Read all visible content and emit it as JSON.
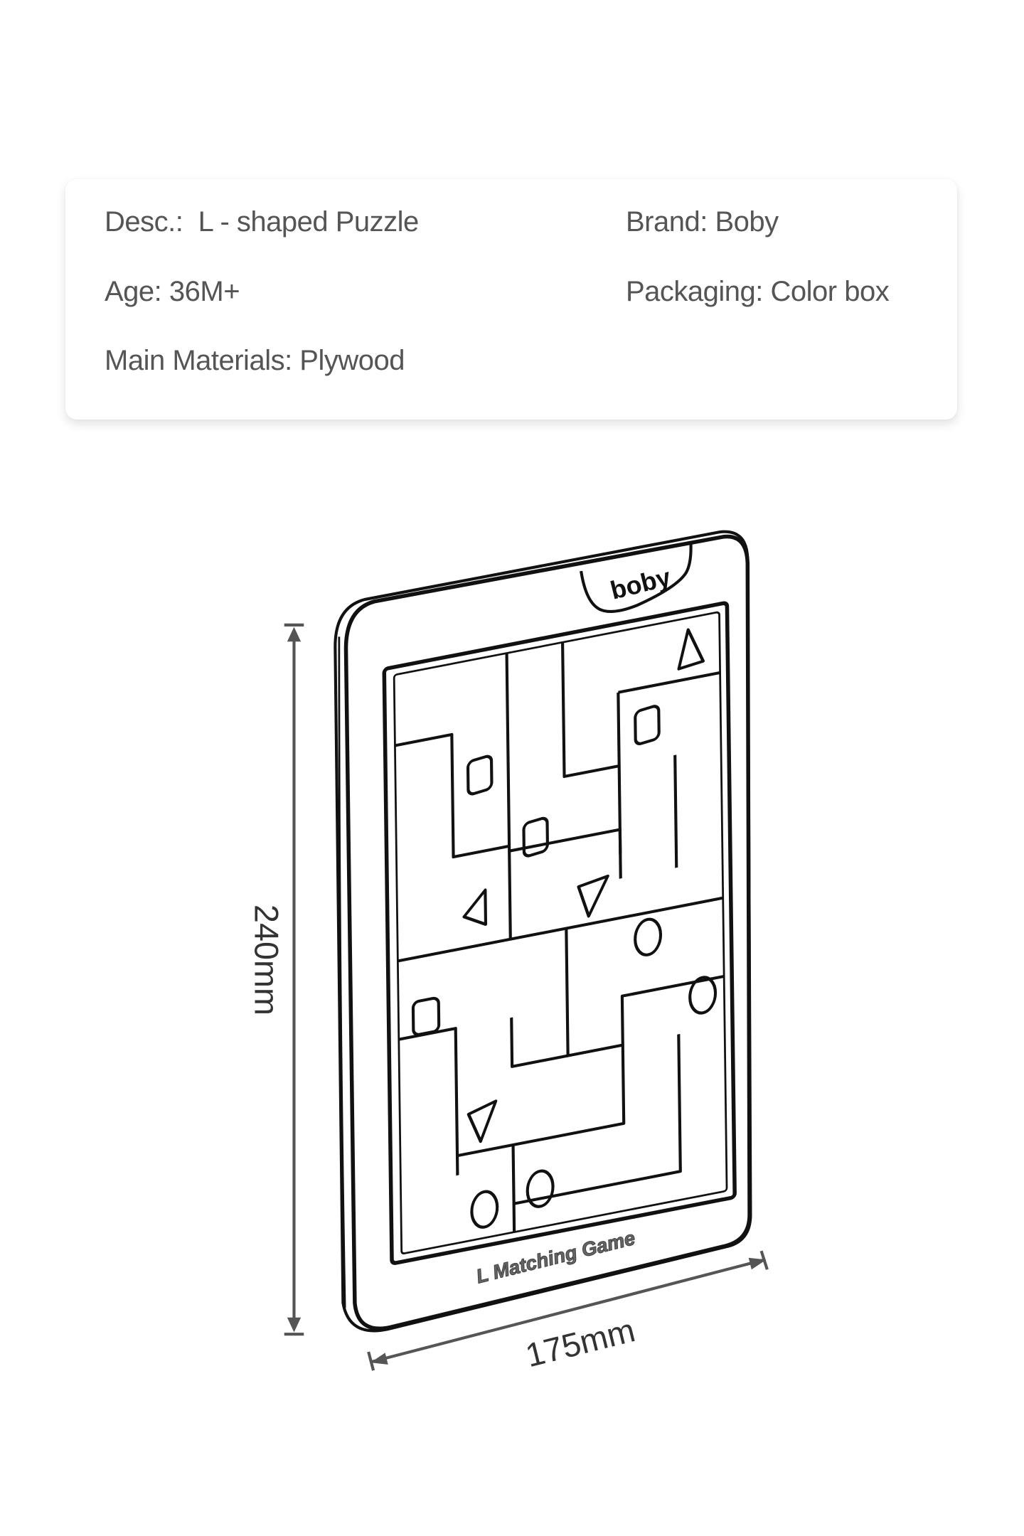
{
  "specs": {
    "desc": "Desc.:  L - shaped Puzzle",
    "brand": "Brand: Boby",
    "age": "Age: 36M+",
    "packaging": "Packaging: Color box",
    "materials": "Main Materials: Plywood"
  },
  "drawing": {
    "height_label": "240mm",
    "width_label": "175mm",
    "logo_text": "boby",
    "game_title": "L Matching Game"
  },
  "colors": {
    "text": "#555555",
    "line": "#111111",
    "dimension": "#555555"
  }
}
